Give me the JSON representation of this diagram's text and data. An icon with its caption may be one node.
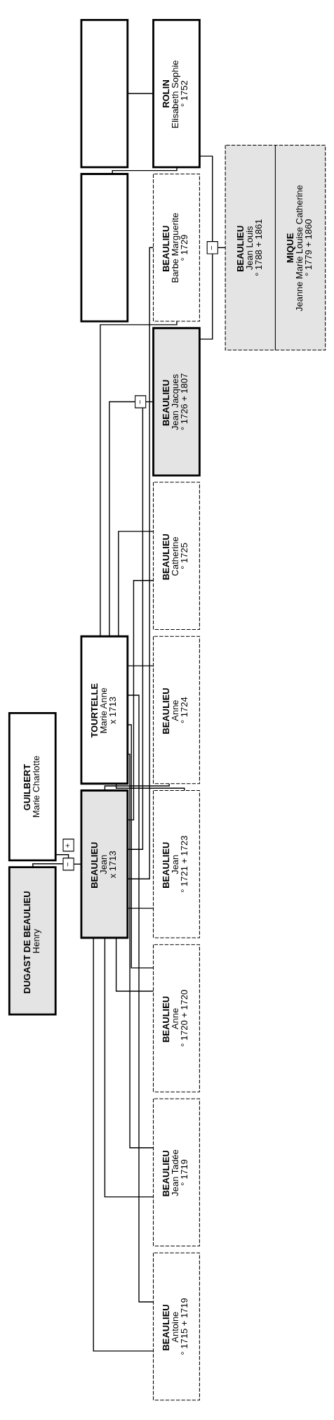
{
  "diagram": {
    "nodes": [
      {
        "text": [
          "DUGAST DE BEAULIEU",
          "Henry"
        ]
      },
      {
        "text": [
          "GUILBERT",
          "Marie Charlotte"
        ]
      },
      {
        "text": [
          "−"
        ]
      },
      {
        "text": [
          "BEAULIEU",
          "Jean",
          "x 1713"
        ]
      },
      {
        "text": [
          "+"
        ]
      },
      {
        "text": [
          "TOURTELLE",
          "Marie Anne",
          "x 1713"
        ]
      },
      {
        "text": [],
        "shape": "box"
      },
      {
        "text": [],
        "shape": "box"
      },
      {
        "text": [
          "BEAULIEU",
          "Antoine",
          "° 1715 + 1719"
        ]
      },
      {
        "text": [
          "BEAULIEU",
          "Jean Tadée",
          "° 1719"
        ]
      },
      {
        "text": [
          "BEAULIEU",
          "Anne",
          "° 1720 + 1720"
        ]
      },
      {
        "text": [
          "BEAULIEU",
          "Jean",
          "° 1721 + 1723"
        ]
      },
      {
        "text": [
          "BEAULIEU",
          "Anne",
          "° 1724"
        ]
      },
      {
        "text": [
          "BEAULIEU",
          "Catherine",
          "° 1725"
        ]
      },
      {
        "text": [
          "−"
        ]
      },
      {
        "text": [
          "BEAULIEU",
          "Jean Jacques",
          "° 1726 + 1807"
        ]
      },
      {
        "text": [
          "BEAULIEU",
          "Barbe Marguerite",
          "° 1729"
        ]
      },
      {
        "text": [
          "ROLIN",
          "Elisabeth Sophie",
          "° 1752"
        ]
      },
      {
        "text": [
          "−"
        ]
      },
      {
        "text": [
          "BEAULIEU",
          "Jean Louis",
          "° 1788 + 1861",
          "MIQUE",
          "Jeanne Marie Louise Catherine",
          "° 1779 + 1860"
        ]
      }
    ],
    "edges": [
      {
        "from": 0,
        "to": 2,
        "arrow": "none"
      },
      {
        "from": 1,
        "to": 2,
        "arrow": "none"
      },
      {
        "from": 2,
        "to": 3,
        "arrow": "none"
      },
      {
        "from": 3,
        "to": 8,
        "arrow": "none"
      },
      {
        "from": 5,
        "to": 8,
        "arrow": "none"
      },
      {
        "from": 3,
        "to": 9,
        "arrow": "none"
      },
      {
        "from": 5,
        "to": 9,
        "arrow": "none"
      },
      {
        "from": 3,
        "to": 10,
        "arrow": "none"
      },
      {
        "from": 5,
        "to": 10,
        "arrow": "none"
      },
      {
        "from": 3,
        "to": 11,
        "arrow": "none"
      },
      {
        "from": 5,
        "to": 11,
        "arrow": "none"
      },
      {
        "from": 3,
        "to": 12,
        "arrow": "none"
      },
      {
        "from": 5,
        "to": 12,
        "arrow": "none"
      },
      {
        "from": 3,
        "to": 13,
        "arrow": "none"
      },
      {
        "from": 5,
        "to": 13,
        "arrow": "none"
      },
      {
        "from": 3,
        "to": 14,
        "arrow": "none"
      },
      {
        "from": 5,
        "to": 14,
        "arrow": "none"
      },
      {
        "from": 14,
        "to": 15,
        "arrow": "none"
      },
      {
        "from": 3,
        "to": 16,
        "arrow": "none"
      },
      {
        "from": 5,
        "to": 16,
        "arrow": "none"
      },
      {
        "from": 6,
        "to": 17,
        "arrow": "none"
      },
      {
        "from": 7,
        "to": 17,
        "arrow": "none"
      },
      {
        "from": 15,
        "to": 18,
        "arrow": "none"
      },
      {
        "from": 17,
        "to": 18,
        "arrow": "none"
      },
      {
        "from": 18,
        "to": 19,
        "arrow": "none"
      }
    ]
  }
}
